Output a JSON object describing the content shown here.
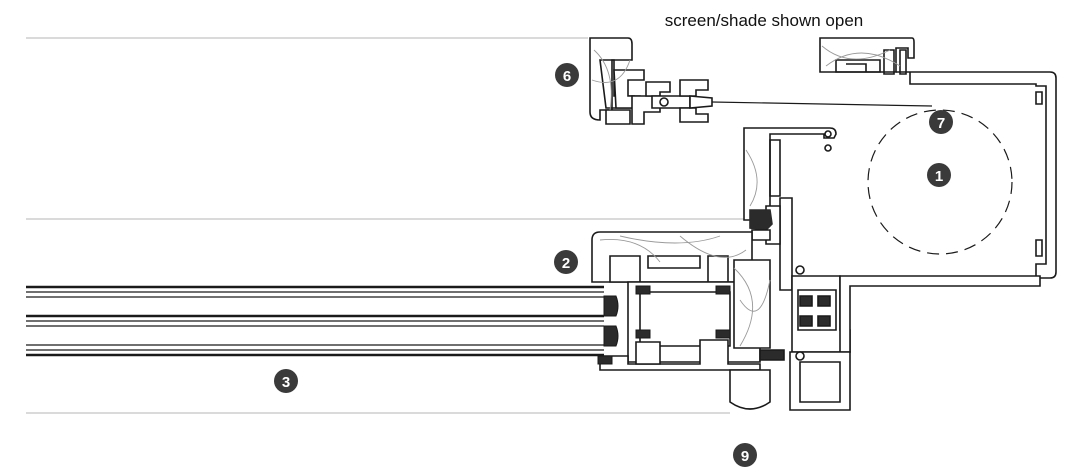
{
  "caption": "screen/shade shown open",
  "callouts": [
    {
      "id": "c6",
      "label": "6"
    },
    {
      "id": "c7",
      "label": "7"
    },
    {
      "id": "c1",
      "label": "1"
    },
    {
      "id": "c2",
      "label": "2"
    },
    {
      "id": "c3",
      "label": "3"
    },
    {
      "id": "c9",
      "label": "9"
    }
  ],
  "colors": {
    "line": "#1a1a1a",
    "hatch": "#9a9a9a",
    "fill": "#ffffff",
    "callout_bg": "#3a3a3a",
    "callout_text": "#ffffff",
    "gasket": "#2b2b2b",
    "guide_line": "#b5b5b5"
  }
}
